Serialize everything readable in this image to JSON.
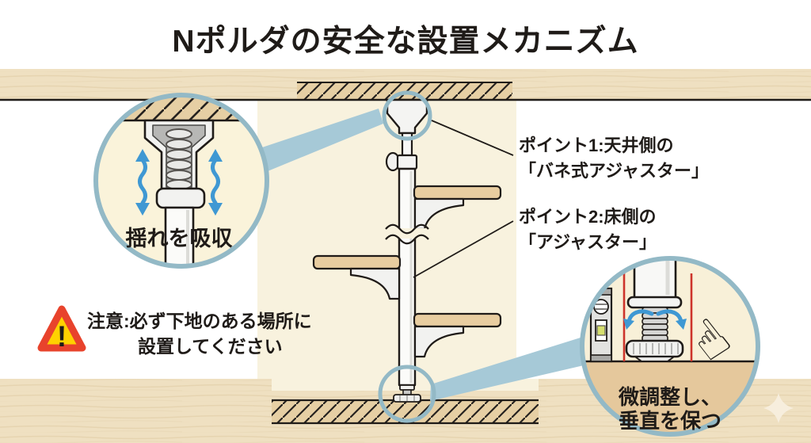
{
  "title": "Nポルダの安全な設置メカニズム",
  "callout_spring": {
    "label": "揺れを吸収"
  },
  "point1": {
    "line1": "ポイント1:天井側の",
    "line2": "「バネ式アジャスター」"
  },
  "point2": {
    "line1": "ポイント2:床側の",
    "line2": "「アジャスター」"
  },
  "warning": {
    "line1": "注意:必ず下地のある場所に",
    "line2": "設置してください",
    "mark": "!"
  },
  "callout_adjuster": {
    "line1": "微調整し、",
    "line2": "垂直を保つ"
  },
  "icons": {
    "warning_triangle": "warning-triangle-icon",
    "pointing_hand_glyph": "☝",
    "sparkle": "sparkle-icon",
    "spirit_level": "spirit-level",
    "shake_arrows": "double-headed-wavy-arrows",
    "rotate_arrows": "rotation-arrows"
  },
  "colors": {
    "ring_teal": "#93b9c6",
    "wedge_blue": "#a6c9d7",
    "arrow_blue": "#3f98d3",
    "plumb_red": "#cd342b",
    "warning_yellow": "#ffd100",
    "warning_border": "#e8432c",
    "wood": "#efe0c1",
    "hatch_tan": "#e6cfa4",
    "panel_cream": "#f8f2de",
    "floor_tan": "#e5c89c",
    "text_black": "#1f1b18"
  }
}
